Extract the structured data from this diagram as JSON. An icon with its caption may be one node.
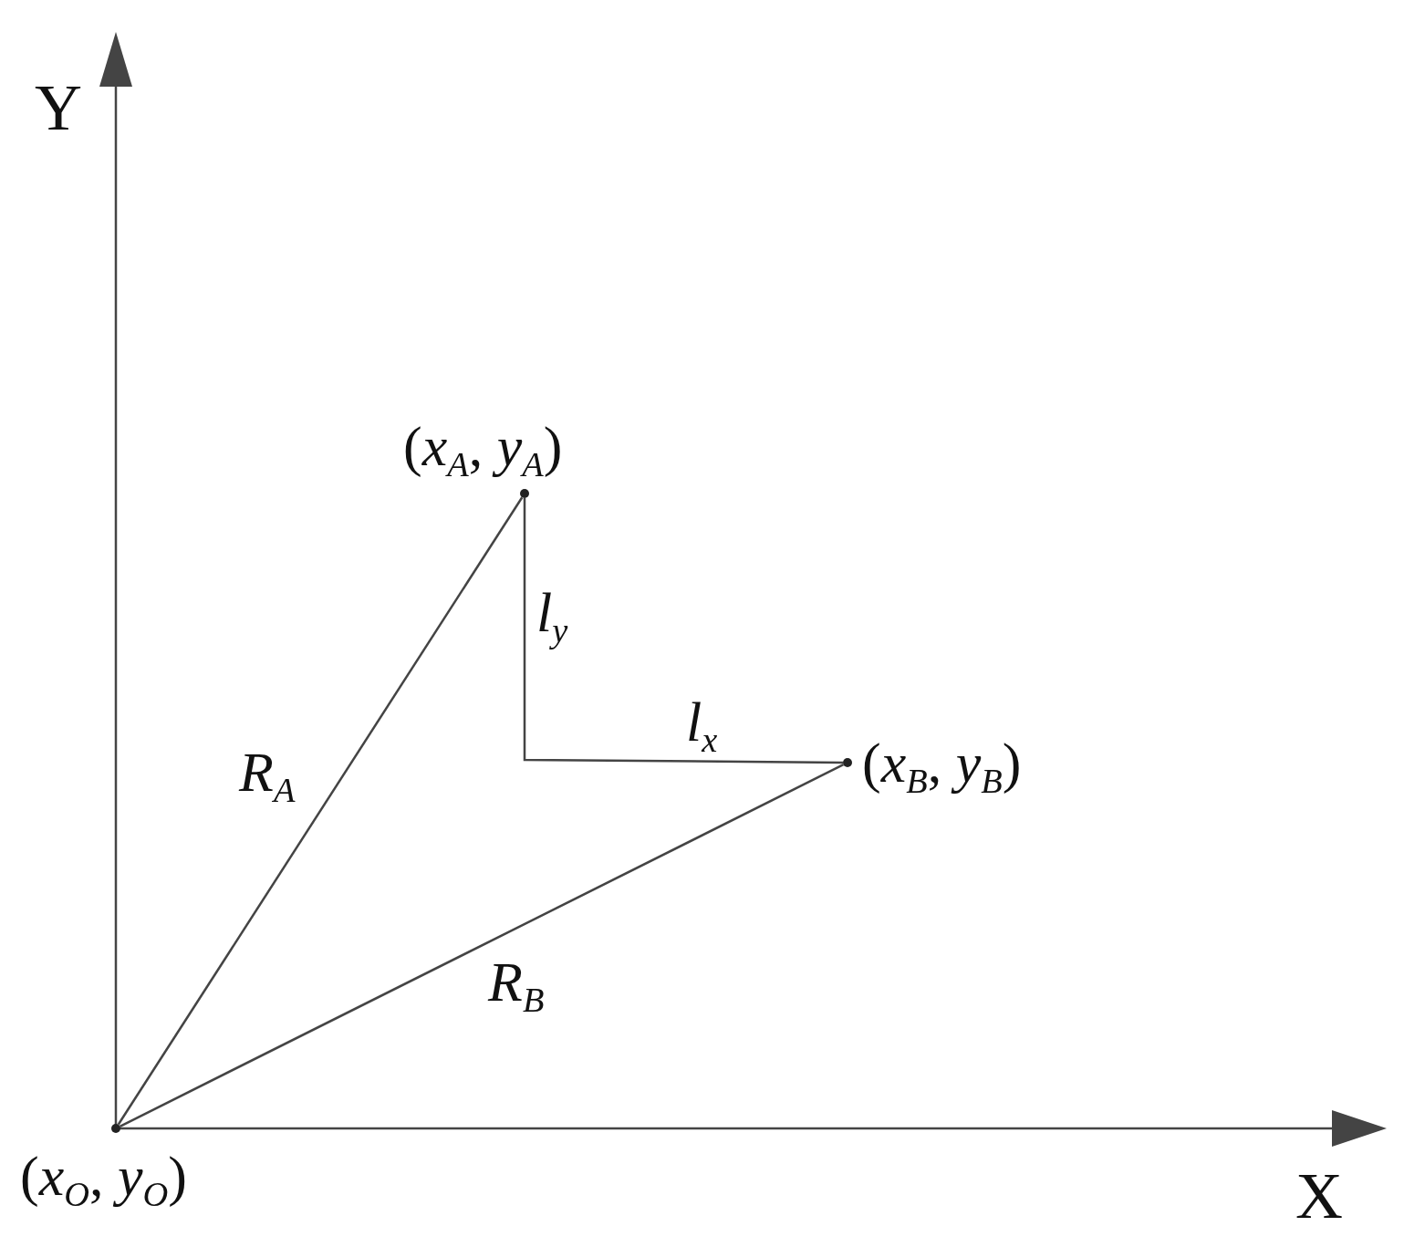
{
  "diagram": {
    "nodes": [
      {
        "text": [],
        "shape": "circle",
        "beside": [
          "(*x*$_{O}$, *y*$_{O}$)"
        ]
      },
      {
        "text": [],
        "shape": "circle",
        "beside": [
          "(*x*$_{A}$, *y*$_{A}$)"
        ]
      },
      {
        "text": [],
        "shape": "circle",
        "beside": [
          "(*x*$_{B}$, *y*$_{B}$)"
        ]
      }
    ],
    "edges": [
      {
        "from": 0,
        "to": 1,
        "arrow": "none",
        "label": "R$_{A}$"
      },
      {
        "from": 0,
        "to": 2,
        "arrow": "none",
        "label": "R$_{B}$"
      },
      {
        "from": 1,
        "to": 2,
        "arrow": "none"
      }
    ],
    "labels": [
      "Y",
      "X",
      "l$_{y}$",
      "l$_{x}$"
    ]
  }
}
